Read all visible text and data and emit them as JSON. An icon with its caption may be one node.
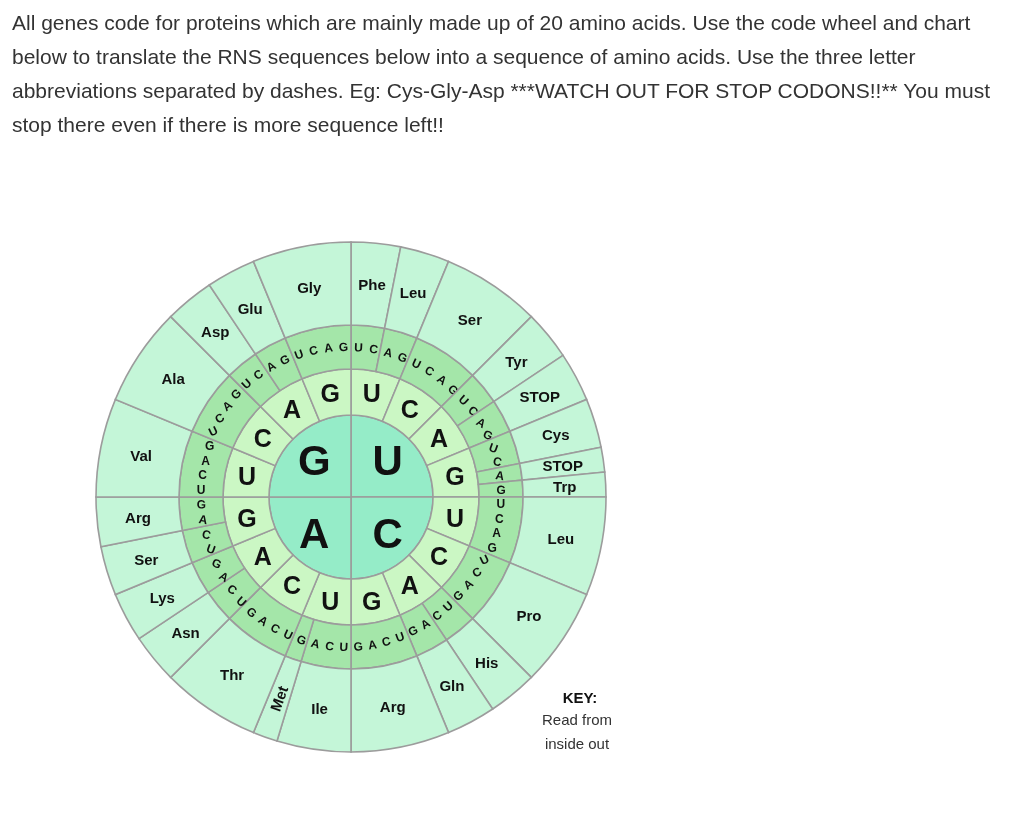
{
  "diagram": {
    "title": "All genes code for proteins which are mainly made up of 20 amino acids. Use the code wheel and chart below to translate the RNS sequences below into a sequence of amino acids. Use the three letter abbreviations separated by dashes. Eg: Cys-Gly-Asp ***WATCH OUT FOR STOP CODONS!!** You must stop there even if there is more sequence left!!",
    "nodes": [
      {
        "text": [
          "U"
        ]
      },
      {
        "text": [
          "C"
        ]
      },
      {
        "text": [
          "A"
        ]
      },
      {
        "text": [
          "G"
        ]
      },
      {
        "text": [
          "U"
        ]
      },
      {
        "text": [
          "C"
        ]
      },
      {
        "text": [
          "A"
        ]
      },
      {
        "text": [
          "G"
        ]
      },
      {
        "text": [
          "U"
        ]
      },
      {
        "text": [
          "C"
        ]
      },
      {
        "text": [
          "A"
        ]
      },
      {
        "text": [
          "G"
        ]
      },
      {
        "text": [
          "U"
        ]
      },
      {
        "text": [
          "C"
        ]
      },
      {
        "text": [
          "A"
        ]
      },
      {
        "text": [
          "G"
        ]
      },
      {
        "text": [
          "U"
        ]
      },
      {
        "text": [
          "C"
        ]
      },
      {
        "text": [
          "A"
        ]
      },
      {
        "text": [
          "G"
        ]
      },
      {
        "text": [
          "UC"
        ]
      },
      {
        "text": [
          "AG"
        ]
      },
      {
        "text": [
          "UCAG"
        ]
      },
      {
        "text": [
          "UC"
        ]
      },
      {
        "text": [
          "AG"
        ]
      },
      {
        "text": [
          "UC"
        ]
      },
      {
        "text": [
          "A"
        ]
      },
      {
        "text": [
          "G"
        ]
      },
      {
        "text": [
          "UCAG"
        ]
      },
      {
        "text": [
          "GACU"
        ]
      },
      {
        "text": [
          "CU"
        ]
      },
      {
        "text": [
          "GA"
        ]
      },
      {
        "text": [
          "GACU"
        ]
      },
      {
        "text": [
          "ACU"
        ]
      },
      {
        "text": [
          "G"
        ]
      },
      {
        "text": [
          "GACU"
        ]
      },
      {
        "text": [
          "CU"
        ]
      },
      {
        "text": [
          "GA"
        ]
      },
      {
        "text": [
          "CU"
        ]
      },
      {
        "text": [
          "GA"
        ]
      },
      {
        "text": [
          "GACU"
        ]
      },
      {
        "text": [
          "UCAG"
        ]
      },
      {
        "text": [
          "UC"
        ]
      },
      {
        "text": [
          "AG"
        ]
      },
      {
        "text": [
          "UCAG"
        ]
      },
      {
        "text": [
          "Phe"
        ]
      },
      {
        "text": [
          "Leu"
        ]
      },
      {
        "text": [
          "Ser"
        ]
      },
      {
        "text": [
          "Tyr"
        ]
      },
      {
        "text": [
          "STOP"
        ]
      },
      {
        "text": [
          "Cys"
        ]
      },
      {
        "text": [
          "STOP"
        ]
      },
      {
        "text": [
          "Trp"
        ]
      },
      {
        "text": [
          "Leu"
        ]
      },
      {
        "text": [
          "Pro"
        ]
      },
      {
        "text": [
          "His"
        ]
      },
      {
        "text": [
          "Gln"
        ]
      },
      {
        "text": [
          "Arg"
        ]
      },
      {
        "text": [
          "Ile"
        ]
      },
      {
        "text": [
          "Met"
        ]
      },
      {
        "text": [
          "Thr"
        ]
      },
      {
        "text": [
          "Asn"
        ]
      },
      {
        "text": [
          "Lys"
        ]
      },
      {
        "text": [
          "Ser"
        ]
      },
      {
        "text": [
          "Arg"
        ]
      },
      {
        "text": [
          "Val"
        ]
      },
      {
        "text": [
          "Ala"
        ]
      },
      {
        "text": [
          "Asp"
        ]
      },
      {
        "text": [
          "Glu"
        ]
      },
      {
        "text": [
          "Gly"
        ]
      }
    ],
    "labels": [
      "KEY:",
      "Read from inside out"
    ]
  }
}
